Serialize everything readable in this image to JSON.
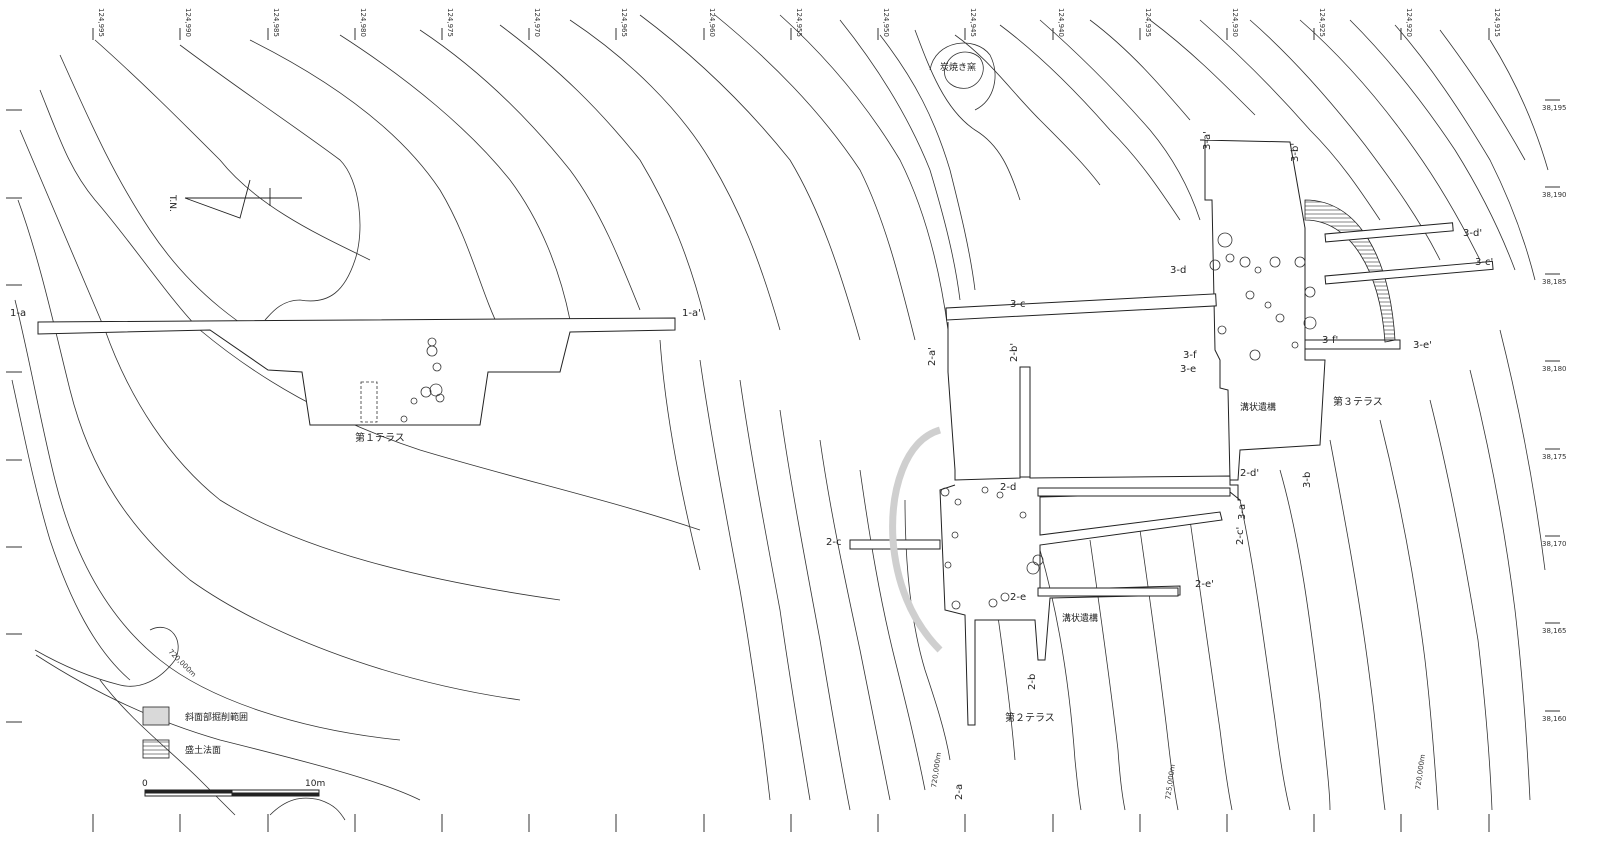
{
  "top_coords": [
    "124,995",
    "124,990",
    "124,985",
    "124,980",
    "124,975",
    "124,970",
    "124,965",
    "124,960",
    "124,955",
    "124,950",
    "124,945",
    "124,940",
    "124,935",
    "124,930",
    "124,925",
    "124,920",
    "124,915"
  ],
  "right_coords": [
    "38,195",
    "38,190",
    "38,185",
    "38,180",
    "38,175",
    "38,170",
    "38,165",
    "38,160"
  ],
  "north_label": "T.N.",
  "features": {
    "kiln": "炭焼き窯",
    "terrace1": "第１テラス",
    "terrace2": "第２テラス",
    "terrace3": "第３テラス",
    "ditch_upper": "溝状遺構",
    "ditch_lower": "溝状遺構"
  },
  "contours": {
    "c1": "720,000m",
    "c2": "725,000m",
    "c3": "720,000m",
    "c4": "720,000m"
  },
  "sections": {
    "s1a": "1-a",
    "s1a_p": "1-a'",
    "s2a": "2-a",
    "s2a_p": "2-a'",
    "s2b": "2-b",
    "s2b_p": "2-b'",
    "s2c": "2-c",
    "s2c_p": "2-c'",
    "s2d": "2-d",
    "s2d_p": "2-d'",
    "s2e": "2-e",
    "s2e_p": "2-e'",
    "s3a": "3-a",
    "s3a_p": "3-a'",
    "s3b": "3-b",
    "s3b_p": "3-b'",
    "s3c": "3-c",
    "s3d": "3-d",
    "s3d_p": "3-d'",
    "s3c_p": "3-c'",
    "s3e": "3-e",
    "s3e_p": "3-e'",
    "s3f": "3-f",
    "s3f_p": "3-f'"
  },
  "legend": {
    "slope_excavation": "斜面部掘削範囲",
    "fill_slope": "盛土法面"
  },
  "scale": {
    "zero": "0",
    "ten": "10m"
  },
  "colors": {
    "line": "#222222",
    "shade": "#d9d9d9"
  }
}
